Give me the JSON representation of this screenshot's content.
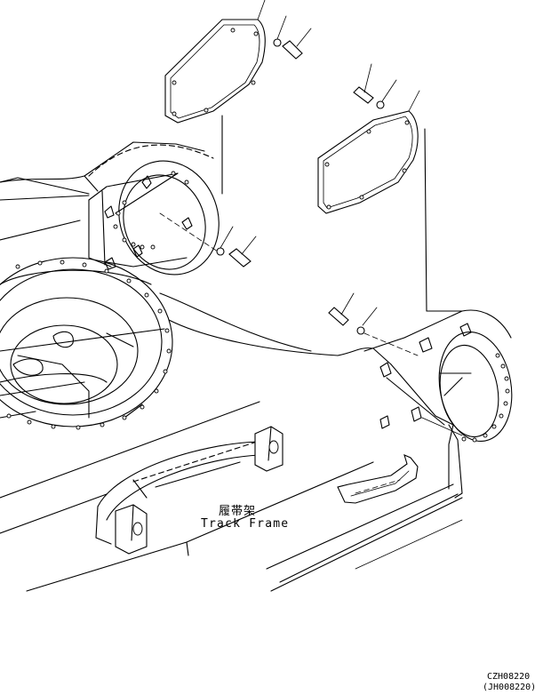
{
  "diagram": {
    "part_label_japanese": "履帯架",
    "part_label_english": "Track Frame",
    "drawing_code": "CZH08220",
    "drawing_code_alt": "(JH008220)"
  }
}
